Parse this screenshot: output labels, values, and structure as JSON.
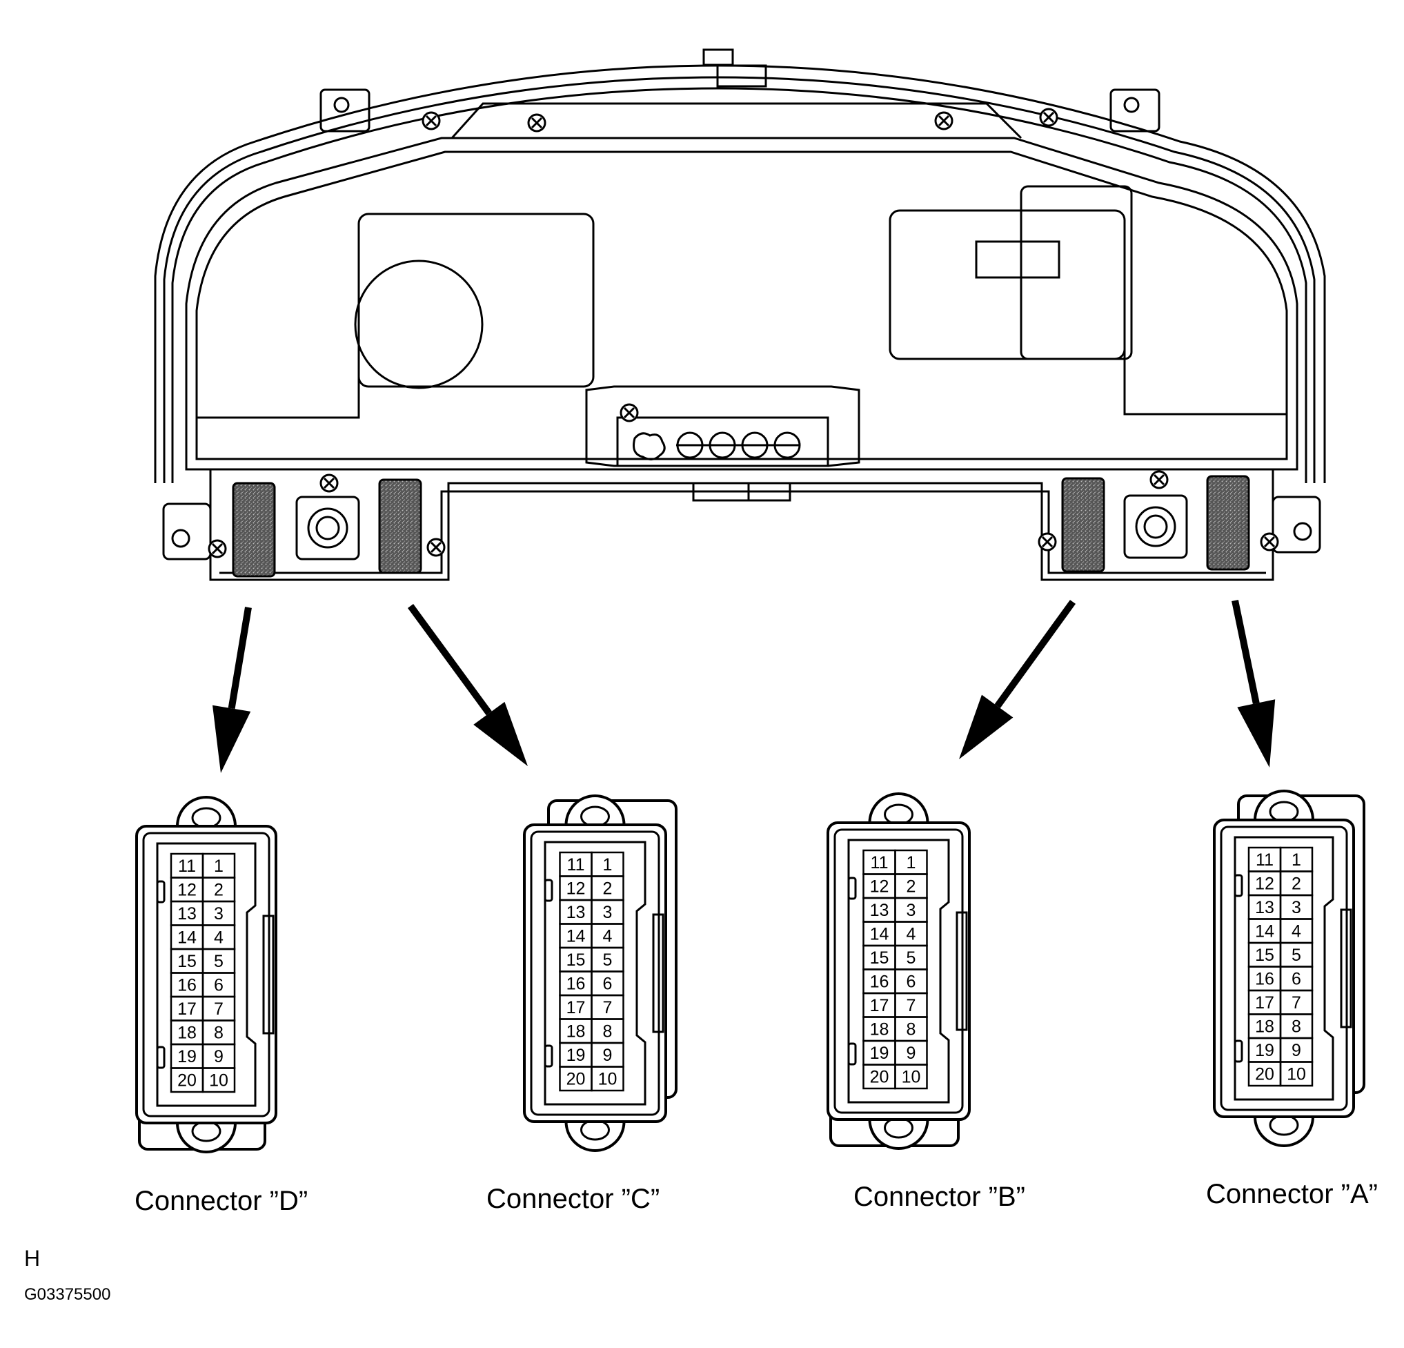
{
  "connectors": [
    {
      "id": "D",
      "label": "Connector ”D”"
    },
    {
      "id": "C",
      "label": "Connector ”C”"
    },
    {
      "id": "B",
      "label": "Connector ”B”"
    },
    {
      "id": "A",
      "label": "Connector ”A”"
    }
  ],
  "pin_rows": [
    [
      "11",
      "1"
    ],
    [
      "12",
      "2"
    ],
    [
      "13",
      "3"
    ],
    [
      "14",
      "4"
    ],
    [
      "15",
      "5"
    ],
    [
      "16",
      "6"
    ],
    [
      "17",
      "7"
    ],
    [
      "18",
      "8"
    ],
    [
      "19",
      "9"
    ],
    [
      "20",
      "10"
    ]
  ],
  "view_marker": "H",
  "figure_id": "G03375500",
  "colors": {
    "line": "#000000",
    "fill": "#ffffff",
    "seal": "#333333"
  },
  "icons": [
    "screw-icon",
    "arrow-icon"
  ]
}
